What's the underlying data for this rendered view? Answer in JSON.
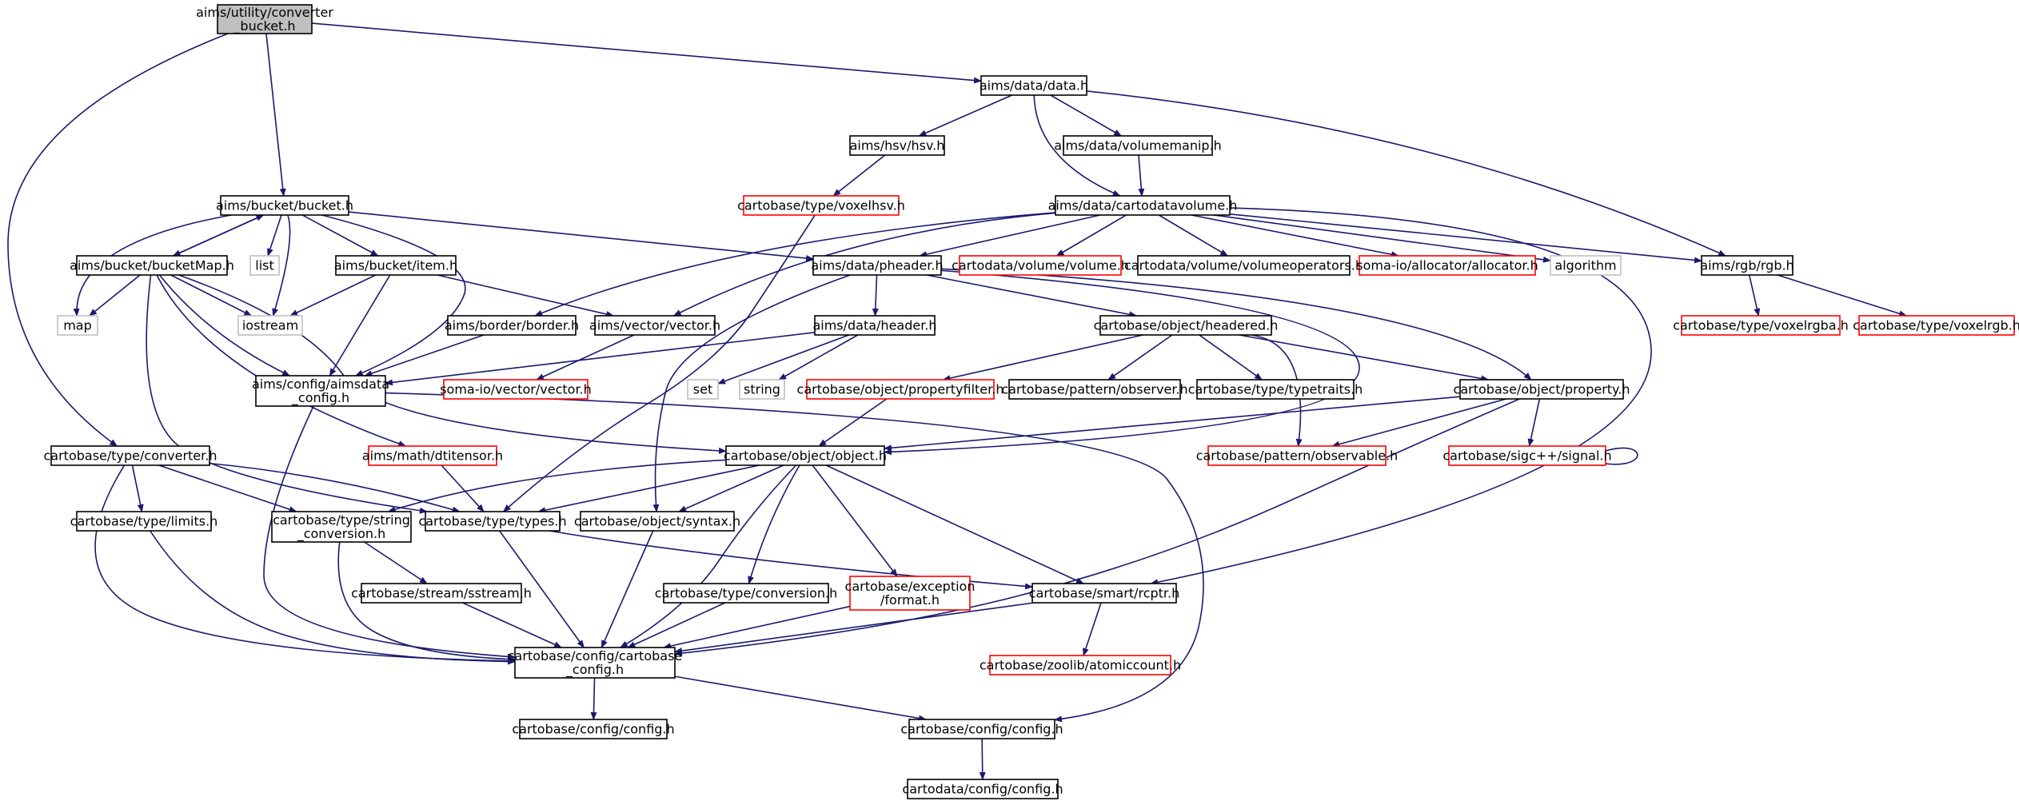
{
  "colors": {
    "edge": "#191970",
    "normal_border": "#000000",
    "external_border": "#bfbfbf",
    "undocumented_border": "#ff0000",
    "focus_fill": "#bfbfbf"
  },
  "nodes": {
    "converter_bucket": {
      "lines": [
        "aims/utility/converter",
        "_bucket.h"
      ],
      "style": "focus"
    },
    "data_h": {
      "lines": [
        "aims/data/data.h"
      ],
      "style": "normal"
    },
    "hsv_h": {
      "lines": [
        "aims/hsv/hsv.h"
      ],
      "style": "normal"
    },
    "volumemanip_h": {
      "lines": [
        "aims/data/volumemanip.h"
      ],
      "style": "normal"
    },
    "voxelhsv_h": {
      "lines": [
        "cartobase/type/voxelhsv.h"
      ],
      "style": "undocumented"
    },
    "cartodatavolume_h": {
      "lines": [
        "aims/data/cartodatavolume.h"
      ],
      "style": "normal"
    },
    "bucket_h": {
      "lines": [
        "aims/bucket/bucket.h"
      ],
      "style": "normal"
    },
    "list": {
      "lines": [
        "list"
      ],
      "style": "external"
    },
    "bucketmap_h": {
      "lines": [
        "aims/bucket/bucketMap.h"
      ],
      "style": "normal"
    },
    "item_h": {
      "lines": [
        "aims/bucket/item.h"
      ],
      "style": "normal"
    },
    "pheader_h": {
      "lines": [
        "aims/data/pheader.h"
      ],
      "style": "normal"
    },
    "cvolume_h": {
      "lines": [
        "cartodata/volume/volume.h"
      ],
      "style": "undocumented"
    },
    "volumeoperators_h": {
      "lines": [
        "cartodata/volume/volumeoperators.h"
      ],
      "style": "normal"
    },
    "allocator_h": {
      "lines": [
        "soma-io/allocator/allocator.h"
      ],
      "style": "undocumented"
    },
    "algorithm": {
      "lines": [
        "algorithm"
      ],
      "style": "external"
    },
    "rgb_h": {
      "lines": [
        "aims/rgb/rgb.h"
      ],
      "style": "normal"
    },
    "voxelrgba_h": {
      "lines": [
        "cartobase/type/voxelrgba.h"
      ],
      "style": "undocumented"
    },
    "voxelrgb_h": {
      "lines": [
        "cartobase/type/voxelrgb.h"
      ],
      "style": "undocumented"
    },
    "map": {
      "lines": [
        "map"
      ],
      "style": "external"
    },
    "iostream": {
      "lines": [
        "iostream"
      ],
      "style": "external"
    },
    "border_h": {
      "lines": [
        "aims/border/border.h"
      ],
      "style": "normal"
    },
    "avector_h": {
      "lines": [
        "aims/vector/vector.h"
      ],
      "style": "normal"
    },
    "header_h": {
      "lines": [
        "aims/data/header.h"
      ],
      "style": "normal"
    },
    "headered_h": {
      "lines": [
        "cartobase/object/headered.h"
      ],
      "style": "normal"
    },
    "aimsdata_config_h": {
      "lines": [
        "aims/config/aimsdata",
        "_config.h"
      ],
      "style": "normal"
    },
    "svector_h": {
      "lines": [
        "soma-io/vector/vector.h"
      ],
      "style": "undocumented"
    },
    "set": {
      "lines": [
        "set"
      ],
      "style": "external"
    },
    "string": {
      "lines": [
        "string"
      ],
      "style": "external"
    },
    "propertyfilter_h": {
      "lines": [
        "cartobase/object/propertyfilter.h"
      ],
      "style": "undocumented"
    },
    "observer_h": {
      "lines": [
        "cartobase/pattern/observer.h"
      ],
      "style": "normal"
    },
    "typetraits_h": {
      "lines": [
        "cartobase/type/typetraits.h"
      ],
      "style": "normal"
    },
    "property_h": {
      "lines": [
        "cartobase/object/property.h"
      ],
      "style": "normal"
    },
    "converter_h": {
      "lines": [
        "cartobase/type/converter.h"
      ],
      "style": "normal"
    },
    "dtitensor_h": {
      "lines": [
        "aims/math/dtitensor.h"
      ],
      "style": "undocumented"
    },
    "object_h": {
      "lines": [
        "cartobase/object/object.h"
      ],
      "style": "normal"
    },
    "observable_h": {
      "lines": [
        "cartobase/pattern/observable.h"
      ],
      "style": "undocumented"
    },
    "signal_h": {
      "lines": [
        "cartobase/sigc++/signal.h"
      ],
      "style": "undocumented"
    },
    "limits_h": {
      "lines": [
        "cartobase/type/limits.h"
      ],
      "style": "normal"
    },
    "string_conversion_h": {
      "lines": [
        "cartobase/type/string",
        "_conversion.h"
      ],
      "style": "normal"
    },
    "types_h": {
      "lines": [
        "cartobase/type/types.h"
      ],
      "style": "normal"
    },
    "syntax_h": {
      "lines": [
        "cartobase/object/syntax.h"
      ],
      "style": "normal"
    },
    "sstream_h": {
      "lines": [
        "cartobase/stream/sstream.h"
      ],
      "style": "normal"
    },
    "conversion_h": {
      "lines": [
        "cartobase/type/conversion.h"
      ],
      "style": "normal"
    },
    "format_h": {
      "lines": [
        "cartobase/exception",
        "/format.h"
      ],
      "style": "undocumented"
    },
    "rcptr_h": {
      "lines": [
        "cartobase/smart/rcptr.h"
      ],
      "style": "normal"
    },
    "cartobase_config_h": {
      "lines": [
        "cartobase/config/cartobase",
        "_config.h"
      ],
      "style": "normal"
    },
    "atomiccount_h": {
      "lines": [
        "cartobase/zoolib/atomiccount.h"
      ],
      "style": "undocumented"
    },
    "config_h_a": {
      "lines": [
        "cartobase/config/config.h"
      ],
      "style": "normal"
    },
    "config_h_b": {
      "lines": [
        "cartobase/config/config.h"
      ],
      "style": "normal"
    },
    "cartodata_config_h": {
      "lines": [
        "cartodata/config/config.h"
      ],
      "style": "normal"
    }
  }
}
